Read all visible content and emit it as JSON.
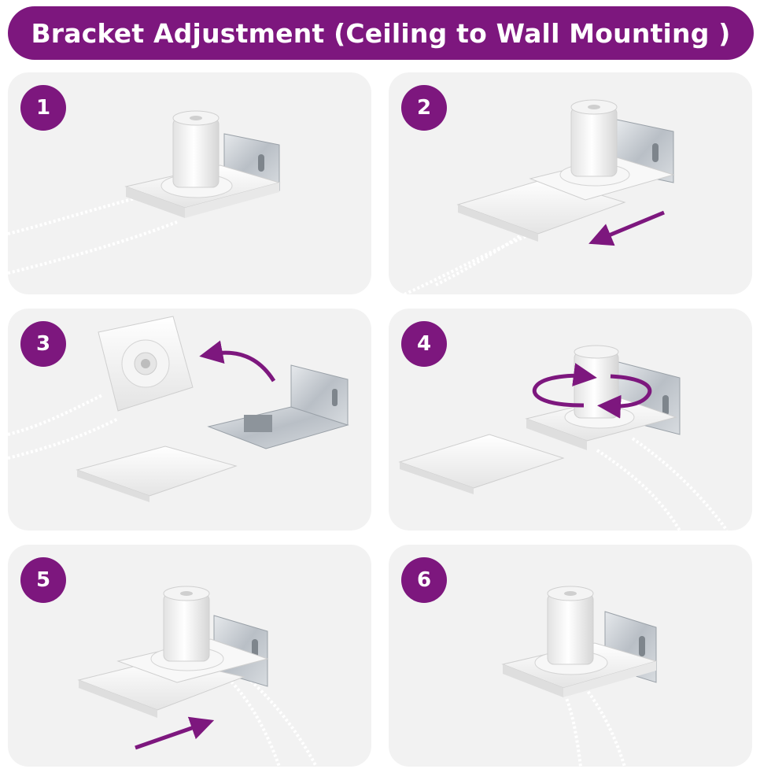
{
  "title": "Bracket Adjustment (Ceiling to Wall Mounting )",
  "steps": [
    {
      "number": "1"
    },
    {
      "number": "2"
    },
    {
      "number": "3"
    },
    {
      "number": "4"
    },
    {
      "number": "5"
    },
    {
      "number": "6"
    }
  ],
  "colors": {
    "accent": "#7d177e",
    "panel": "#f2f2f2",
    "metal": "#c9ced3",
    "plastic": "#ffffff"
  },
  "icons": [
    "bracket-illustration",
    "arrow-icon",
    "rotate-arrow-icon"
  ]
}
